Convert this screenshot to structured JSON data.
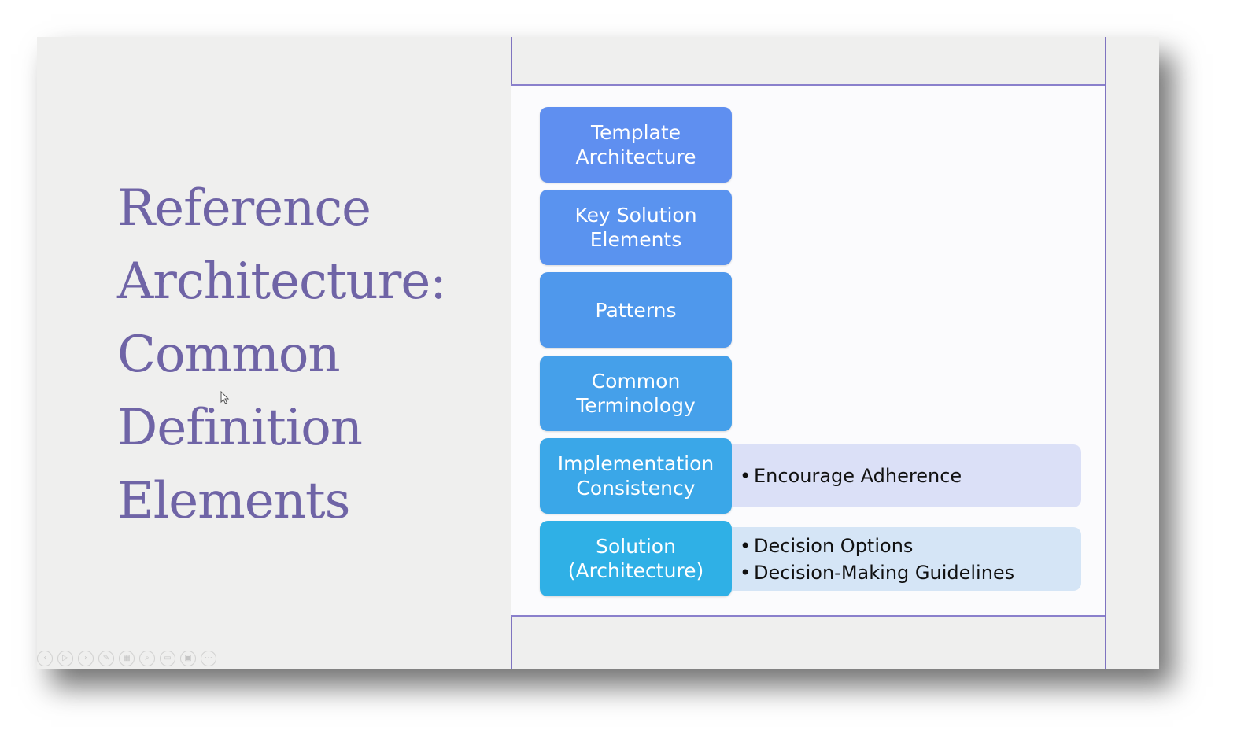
{
  "slide": {
    "title_lines": [
      "Reference",
      "Architecture:",
      "Common",
      "Definition",
      "Elements"
    ]
  },
  "stack": [
    {
      "label": "Template\nArchitecture",
      "color": "#5f8ff0"
    },
    {
      "label": "Key Solution\nElements",
      "color": "#5a93ef"
    },
    {
      "label": "Patterns",
      "color": "#4f98ec"
    },
    {
      "label": "Common\nTerminology",
      "color": "#45a0ea"
    },
    {
      "label": "Implementation\nConsistency",
      "color": "#3aa7e8"
    },
    {
      "label": "Solution\n(Architecture)",
      "color": "#2fb0e6"
    }
  ],
  "details": [
    {
      "bullets": [
        "Encourage Adherence"
      ],
      "color": "#dbe0f7"
    },
    {
      "bullets": [
        "Decision Options",
        "Decision-Making Guidelines"
      ],
      "color": "#d5e5f6"
    }
  ],
  "toolbar_icons": [
    "previous-icon",
    "play-icon",
    "next-icon",
    "pen-icon",
    "slides-icon",
    "zoom-icon",
    "subtitle-icon",
    "camera-icon",
    "more-icon"
  ]
}
